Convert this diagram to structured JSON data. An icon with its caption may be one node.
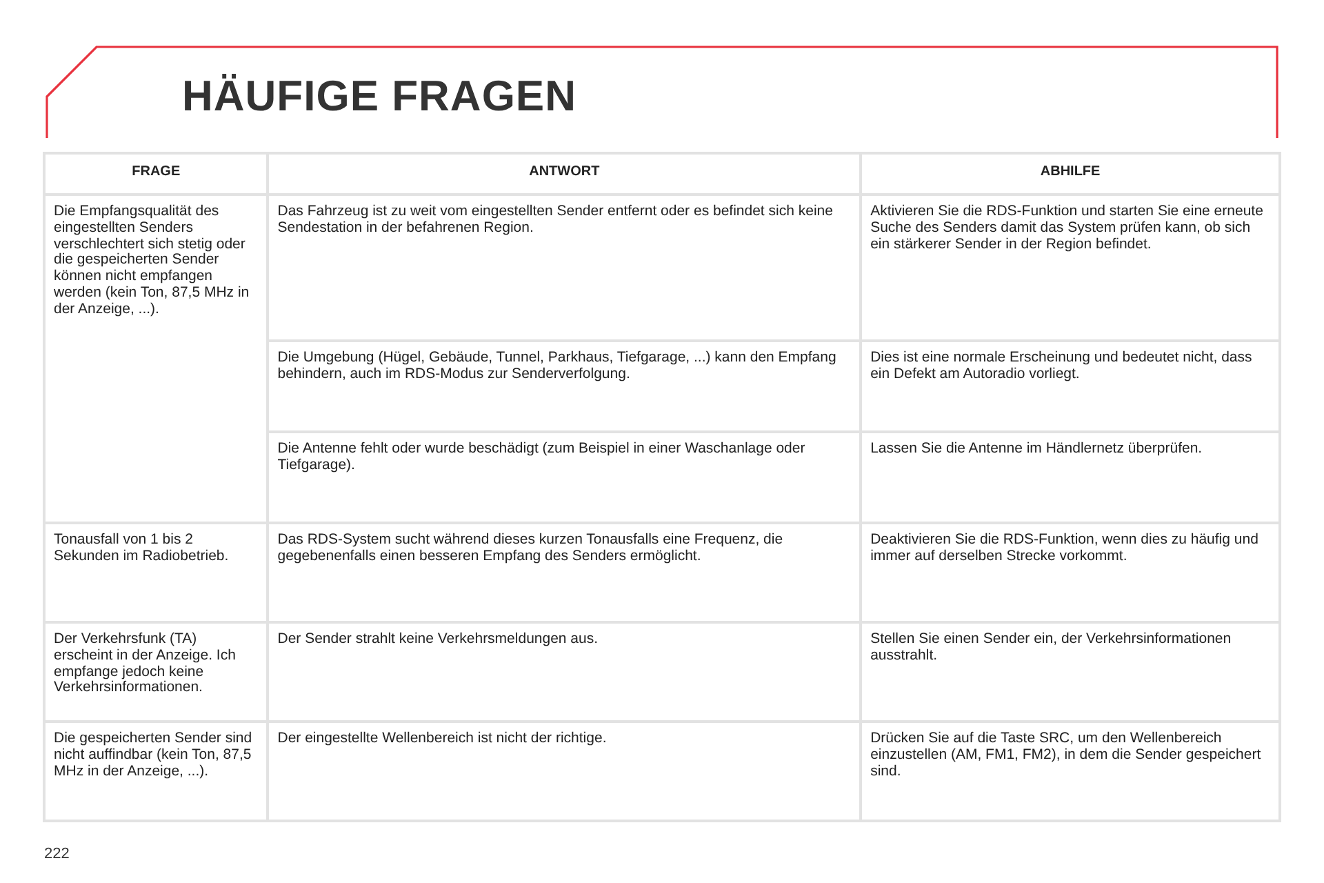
{
  "diagram": {
    "title": "HÄUFIGE FRAGEN",
    "labels": [
      "FRAGE",
      "ANTWORT",
      "ABHILFE",
      "Die Empfangsqualität des eingestellten Senders verschlechtert sich stetig oder die gespeicherten Sender können nicht empfangen werden (kein Ton, 87,5 MHz in der Anzeige, ...).",
      "Das Fahrzeug ist zu weit vom eingestellten Sender entfernt oder es befindet sich keine Sendestation in der befahrenen Region.",
      "Aktivieren Sie die RDS-Funktion und starten Sie eine erneute Suche des Senders damit das System prüfen kann, ob sich ein stärkerer Sender in der Region befindet.",
      "Die Umgebung (Hügel, Gebäude, Tunnel, Parkhaus, Tiefgarage, ...) kann den Empfang behindern, auch im RDS-Modus zur Senderverfolgung.",
      "Dies ist eine normale Erscheinung und bedeutet nicht, dass ein Defekt am Autoradio vorliegt.",
      "Die Antenne fehlt oder wurde beschädigt (zum Beispiel in einer Waschanlage oder Tiefgarage).",
      "Lassen Sie die Antenne im Händlernetz überprüfen.",
      "Tonausfall von 1 bis 2 Sekunden im Radiobetrieb.",
      "Das RDS-System sucht während dieses kurzen Tonausfalls eine Frequenz, die gegebenenfalls einen besseren Empfang des Senders ermöglicht.",
      "Deaktivieren Sie die RDS-Funktion, wenn dies zu häufig und immer auf derselben Strecke vorkommt.",
      "Der Verkehrsfunk (TA) erscheint in der Anzeige. Ich empfange jedoch keine Verkehrsinformationen.",
      "Der Sender strahlt keine Verkehrsmeldungen aus.",
      "Stellen Sie einen Sender ein, der Verkehrsinformationen ausstrahlt.",
      "Die gespeicherten Sender sind nicht auffindbar (kein Ton, 87,5 MHz in der Anzeige, ...).",
      "Der eingestellte Wellenbereich ist nicht der richtige.",
      "Drücken Sie auf die Taste SRC, um den Wellenbereich einzustellen (AM, FM1, FM2), in dem die Sender gespeichert sind.",
      "222"
    ]
  }
}
